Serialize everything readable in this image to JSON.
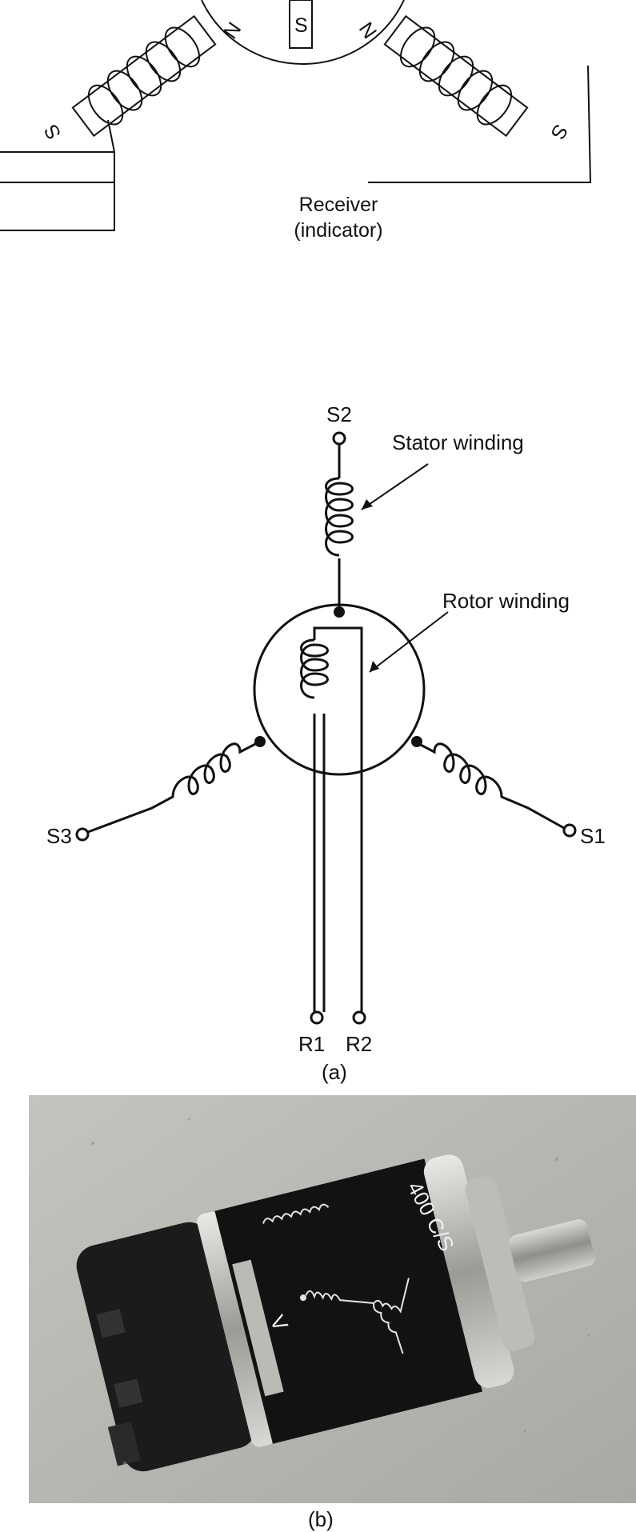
{
  "receiver": {
    "title": "Receiver",
    "subtitle": "(indicator)",
    "pole_n": "N",
    "pole_s": "S"
  },
  "schematic": {
    "terminal_s1": "S1",
    "terminal_s2": "S2",
    "terminal_s3": "S3",
    "terminal_r1": "R1",
    "terminal_r2": "R2",
    "stator_label": "Stator winding",
    "rotor_label": "Rotor winding",
    "caption": "(a)"
  },
  "photo": {
    "frequency_label": "400 C/S",
    "voltage_mark": "V",
    "caption": "(b)"
  }
}
